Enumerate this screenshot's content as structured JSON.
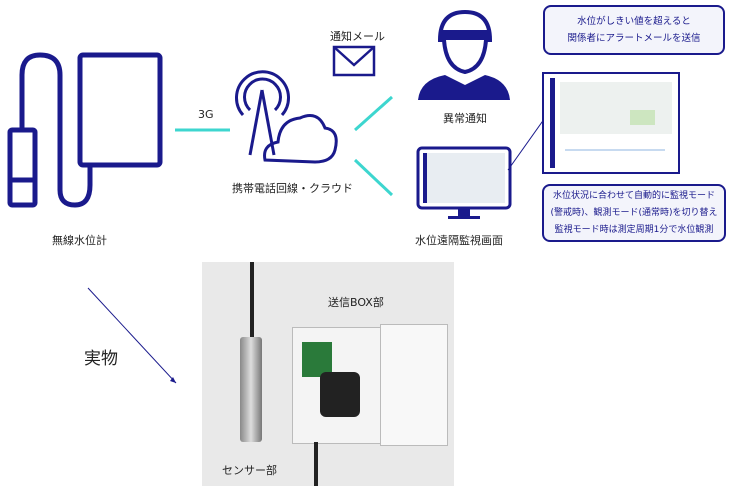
{
  "labels": {
    "sensor": "無線水位計",
    "link": "3G",
    "cloud": "携帯電話回線・クラウド",
    "mail": "通知メール",
    "alert": "異常通知",
    "monitor": "水位遠隔監視画面",
    "real": "実物",
    "box_part": "送信BOX部",
    "sensor_part": "センサー部"
  },
  "callouts": {
    "alert_lines": [
      "水位がしきい値を超えると",
      "関係者にアラートメールを送信"
    ],
    "mode_lines": [
      "水位状況に合わせて自動的に監視モード",
      "(警戒時)、観測モード(通常時)を切り替え",
      "監視モード時は測定周期1分で水位観測"
    ]
  },
  "colors": {
    "navy": "#1a1a8c",
    "teal": "#3dd6cf"
  }
}
